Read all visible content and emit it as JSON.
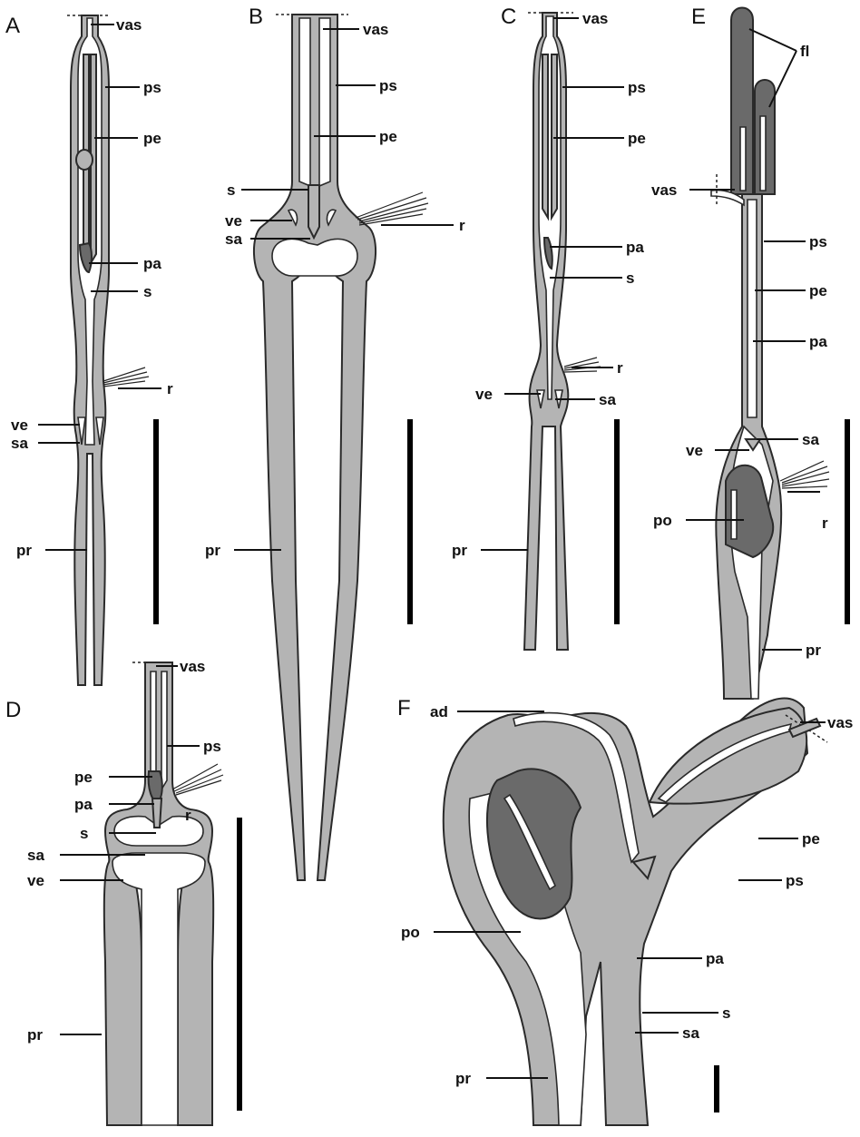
{
  "panels": {
    "A": {
      "letter": "A",
      "labels": {
        "vas": "vas",
        "ps": "ps",
        "pe": "pe",
        "pa": "pa",
        "s": "s",
        "r": "r",
        "ve": "ve",
        "sa": "sa",
        "pr": "pr"
      }
    },
    "B": {
      "letter": "B",
      "labels": {
        "vas": "vas",
        "ps": "ps",
        "pe": "pe",
        "s": "s",
        "ve": "ve",
        "sa": "sa",
        "r": "r",
        "pr": "pr"
      }
    },
    "C": {
      "letter": "C",
      "labels": {
        "vas": "vas",
        "ps": "ps",
        "pe": "pe",
        "pa": "pa",
        "s": "s",
        "r": "r",
        "ve": "ve",
        "sa": "sa",
        "pr": "pr"
      }
    },
    "D": {
      "letter": "D",
      "labels": {
        "vas": "vas",
        "ps": "ps",
        "pe": "pe",
        "pa": "pa",
        "s": "s",
        "r": "r",
        "sa": "sa",
        "ve": "ve",
        "pr": "pr"
      }
    },
    "E": {
      "letter": "E",
      "labels": {
        "fl": "fl",
        "vas": "vas",
        "ps": "ps",
        "pe": "pe",
        "pa": "pa",
        "sa": "sa",
        "ve": "ve",
        "r": "r",
        "po": "po",
        "pr": "pr"
      }
    },
    "F": {
      "letter": "F",
      "labels": {
        "ad": "ad",
        "vas": "vas",
        "pe": "pe",
        "ps": "ps",
        "po": "po",
        "pa": "pa",
        "s": "s",
        "sa": "sa",
        "pr": "pr"
      }
    }
  },
  "colors": {
    "tissue": "#b4b4b4",
    "dark_tissue": "#6a6a6a",
    "lumen": "#ffffff",
    "line": "#111111"
  }
}
